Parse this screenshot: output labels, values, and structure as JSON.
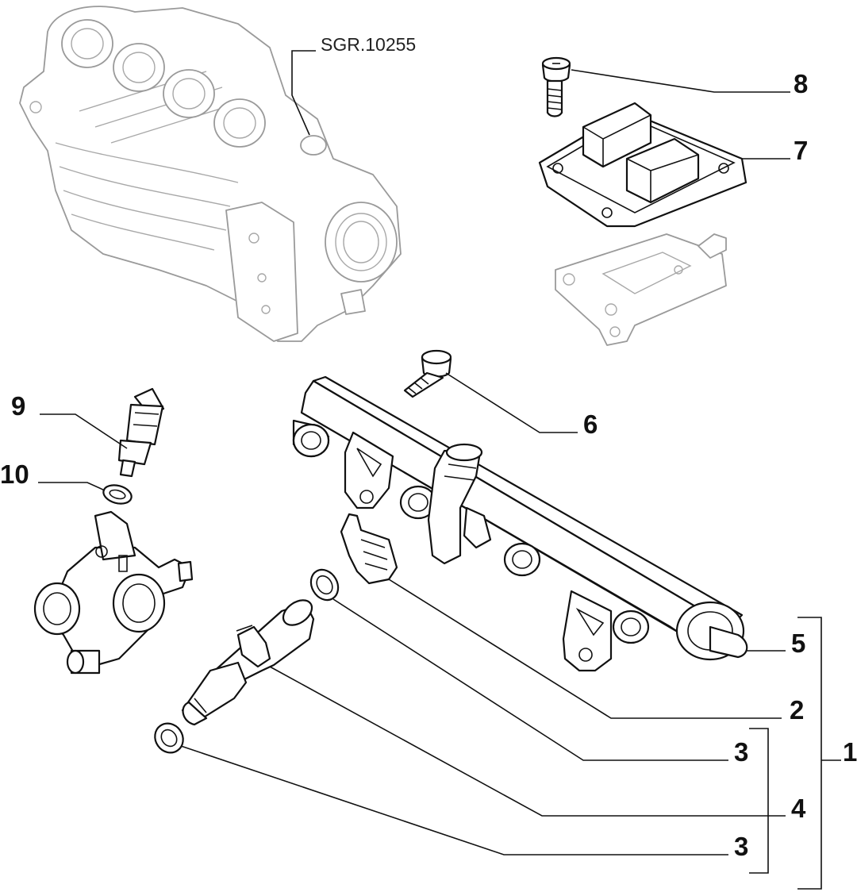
{
  "reference_code": "SGR.10255",
  "callouts": {
    "c1": "1",
    "c2": "2",
    "c3a": "3",
    "c3b": "3",
    "c4": "4",
    "c5": "5",
    "c6": "6",
    "c7": "7",
    "c8": "8",
    "c9": "9",
    "c10": "10"
  },
  "colors": {
    "line": "#111111",
    "ghost_line": "#9a9a9a",
    "background": "#ffffff"
  }
}
